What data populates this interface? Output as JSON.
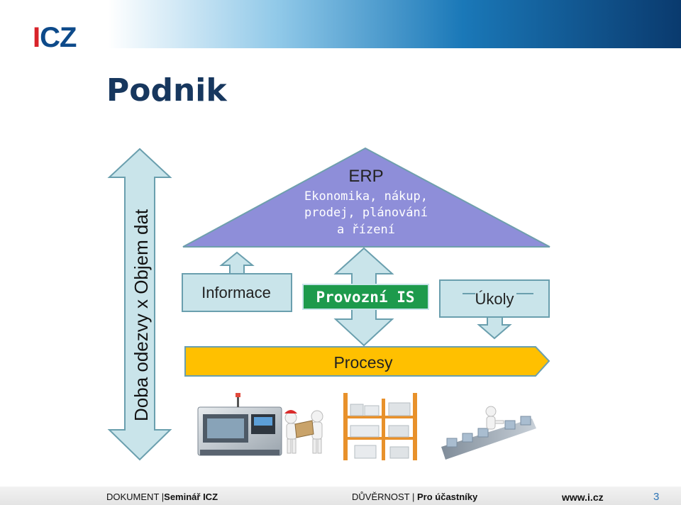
{
  "header": {
    "logo_mark": "ICZ",
    "page_title": "Podnik"
  },
  "diagram": {
    "vertical_label": "Doba odezvy x Objem dat",
    "erp": {
      "title": "ERP",
      "lines": [
        "Ekonomika, nákup,",
        "prodej, plánování",
        "a řízení"
      ]
    },
    "boxes": {
      "informace": "Informace",
      "provozni_is": "Provozní IS",
      "ukoly": "Úkoly"
    },
    "procesy": "Procesy"
  },
  "footer": {
    "document_label": "DOKUMENT",
    "document_name": "Seminář ICZ",
    "confidentiality_label": "DŮVĚRNOST",
    "confidentiality_value": "Pro účastníky",
    "website": "www.i.cz",
    "page_number": "3"
  },
  "colors": {
    "title": "#17375e",
    "triangle": "#8e8ed9",
    "light_box": "#c9e4ea",
    "box_stroke": "#6a9fae",
    "green_box": "#1d9a4c",
    "procesy_bar": "#ffc000",
    "footer_page": "#2e75b6"
  }
}
